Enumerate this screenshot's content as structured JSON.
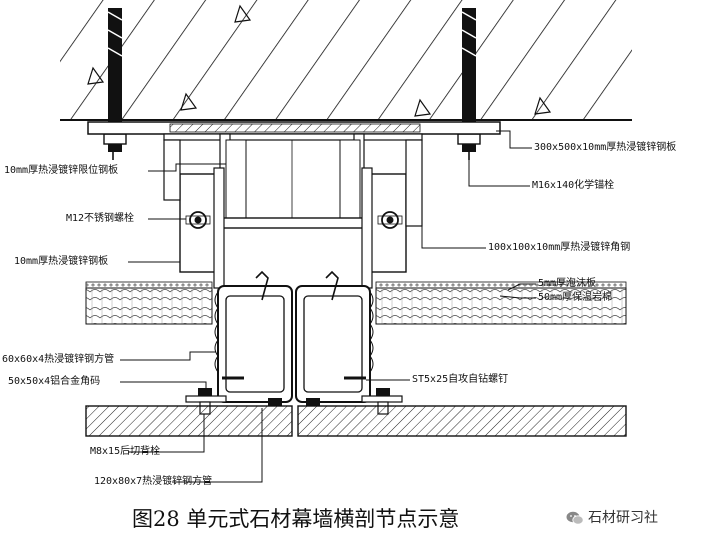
{
  "labels": {
    "plate_300": "300x500x10mm厚热浸镀锌钢板",
    "anchor_m16": "M16x140化学锚栓",
    "plate_10mm_limit": "10mm厚热浸镀锌限位钢板",
    "bolt_m12": "M12不锈钢螺栓",
    "plate_10mm": "10mm厚热浸镀锌钢板",
    "angle_100": "100x100x10mm厚热浸镀锌角钢",
    "gasket_5mm": "5mm厚泡沫板",
    "insulation_50mm": "50mm厚保温岩棉",
    "tube_60": "60x60x4热浸镀锌钢方管",
    "angle_alu": "50x50x4铝合金角码",
    "screw_st5": "ST5x25自攻自钻螺钉",
    "bolt_m8": "M8x15后切背栓",
    "tube_120": "120x80x7热浸镀锌钢方管"
  },
  "caption": "图28  单元式石材幕墙横剖节点示意",
  "watermark": {
    "text": "石材研习社",
    "icon": "wechat-icon"
  }
}
